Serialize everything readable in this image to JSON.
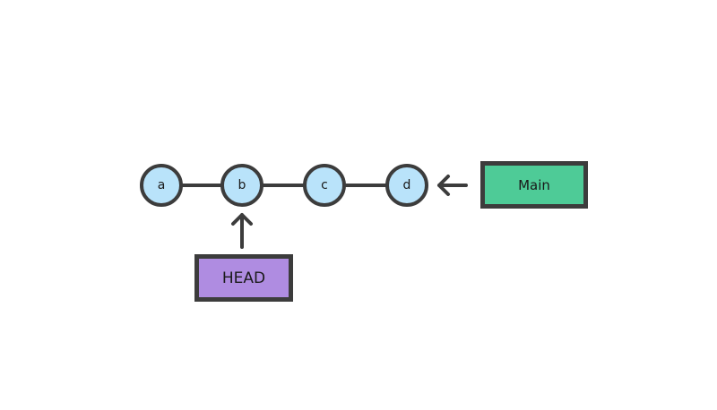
{
  "diagram": {
    "kind": "git-commit-graph",
    "background_color": "#ffffff",
    "stroke_color": "#3c3c3c",
    "text_color": "#1a1a1a",
    "commits": {
      "node_fill": "#b9e3fa",
      "nodes": [
        {
          "label": "a"
        },
        {
          "label": "b"
        },
        {
          "label": "c"
        },
        {
          "label": "d"
        }
      ],
      "edges": [
        {
          "from": "a",
          "to": "b"
        },
        {
          "from": "b",
          "to": "c"
        },
        {
          "from": "c",
          "to": "d"
        }
      ]
    },
    "branch_pointer": {
      "label": "Main",
      "fill": "#4ecb97",
      "arrow": {
        "name": "arrow-left",
        "from": "Main",
        "to": "d"
      }
    },
    "head_pointer": {
      "label": "HEAD",
      "fill": "#af8ce1",
      "arrow": {
        "name": "arrow-up",
        "from": "HEAD",
        "to": "b"
      }
    }
  }
}
